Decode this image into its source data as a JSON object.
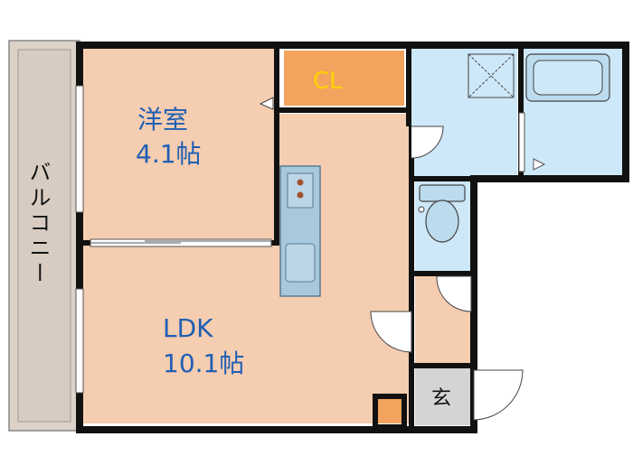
{
  "rooms": {
    "bedroom": {
      "name": "洋室",
      "size": "4.1帖"
    },
    "ldk": {
      "name": "LDK",
      "size": "10.1帖"
    },
    "closet": {
      "name": "CL"
    },
    "entrance": {
      "name": "玄"
    },
    "balcony": {
      "name": "バルコニー"
    }
  },
  "colors": {
    "wall": "#111111",
    "room_floor": "#f5cdb0",
    "closet": "#f2a45e",
    "wet_area": "#cde8f8",
    "balcony": "#ddd2c8",
    "entrance_floor": "#d4d4d4",
    "label_blue": "#1f5fb4",
    "label_yellow": "#ffd200"
  },
  "icons": [
    "sink-icon",
    "stove-icon",
    "toilet-icon",
    "bathtub-icon",
    "washer-pan-icon",
    "door-swing-icon"
  ]
}
